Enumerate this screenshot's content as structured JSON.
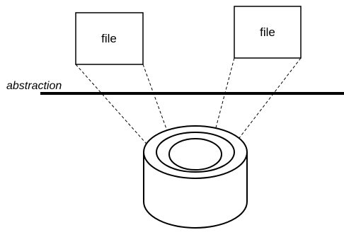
{
  "diagram": {
    "files": [
      {
        "label": "file"
      },
      {
        "label": "file"
      }
    ],
    "layer_label": "abstraction"
  }
}
